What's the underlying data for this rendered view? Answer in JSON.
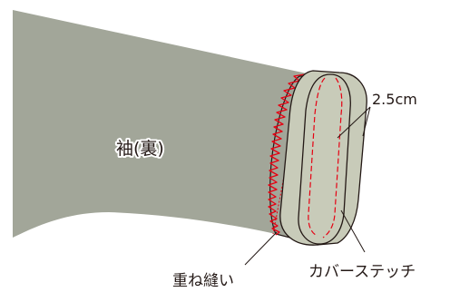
{
  "labels": {
    "sleeve": "袖(裏)",
    "width": "2.5cm",
    "overlock": "重ね縫い",
    "cover_stitch": "カバーステッチ"
  },
  "colors": {
    "fabric": "#a2a699",
    "cuff_face": "#c8cbb9",
    "outline": "#231815",
    "stitch": "#e60012",
    "background": "#ffffff"
  }
}
